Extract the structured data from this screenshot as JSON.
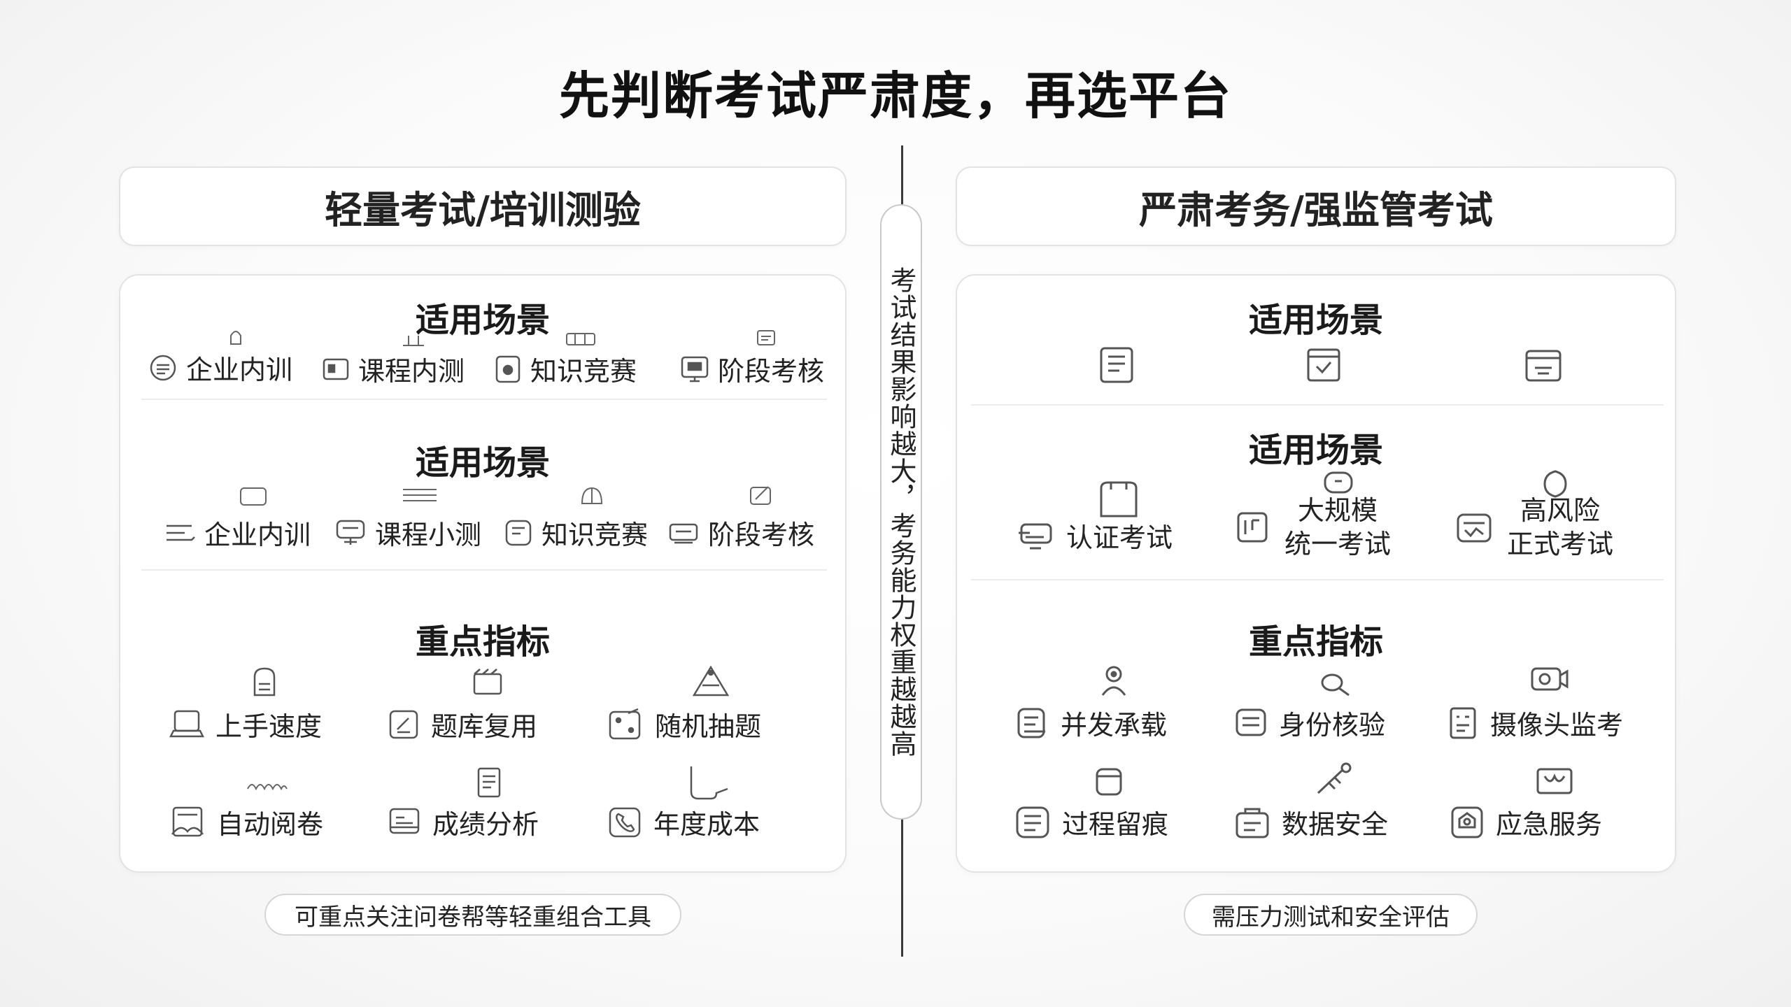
{
  "title": "先判断考试严肃度，再选平台",
  "divider_label": "考试结果影响越大，考务能力权重越越高",
  "left": {
    "header": "轻量考试/培训测验",
    "scenes1": {
      "title": "适用场景",
      "items": [
        "企业内训",
        "课程内测",
        "知识竞赛",
        "阶段考核"
      ]
    },
    "scenes2": {
      "title": "适用场景",
      "items": [
        "企业内训",
        "课程小测",
        "知识竞赛",
        "阶段考核"
      ]
    },
    "metrics": {
      "title": "重点指标",
      "items": [
        "上手速度",
        "题库复用",
        "随机抽题",
        "自动阅卷",
        "成绩分析",
        "年度成本"
      ]
    },
    "footer": "可重点关注问卷帮等轻重组合工具"
  },
  "right": {
    "header": "严肃考务/强监管考试",
    "scenes1": {
      "title": "适用场景"
    },
    "scenes2": {
      "title": "适用场景",
      "items": [
        {
          "line1": "认证考试"
        },
        {
          "line1": "大规模",
          "line2": "统一考试"
        },
        {
          "line1": "高风险",
          "line2": "正式考试"
        }
      ]
    },
    "metrics": {
      "title": "重点指标",
      "items": [
        "并发承载",
        "身份核验",
        "摄像头监考",
        "过程留痕",
        "数据安全",
        "应急服务"
      ]
    },
    "footer": "需压力测试和安全评估"
  }
}
